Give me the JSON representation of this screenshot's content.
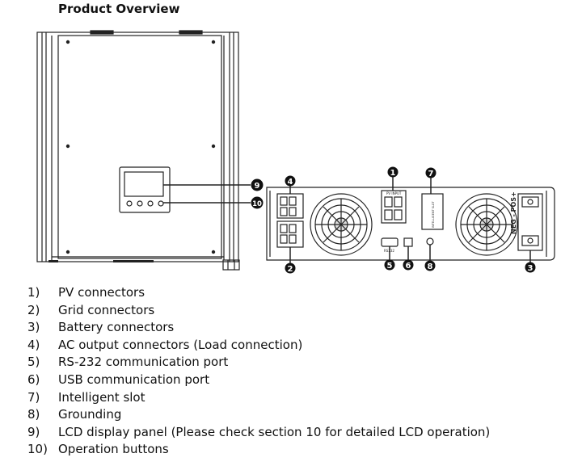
{
  "title": "Product Overview",
  "callouts": [
    "1",
    "2",
    "3",
    "4",
    "5",
    "6",
    "7",
    "8",
    "9",
    "10"
  ],
  "panel_labels": {
    "pv_input": "PV INPUT",
    "rs232": "RS232",
    "battery": "NEG - POS+",
    "slot": "INTELLIGENT SLOT"
  },
  "items": [
    {
      "num": "1)",
      "text": "PV connectors"
    },
    {
      "num": "2)",
      "text": "Grid connectors"
    },
    {
      "num": "3)",
      "text": "Battery connectors"
    },
    {
      "num": "4)",
      "text": "AC output connectors (Load connection)"
    },
    {
      "num": "5)",
      "text": "RS-232 communication port"
    },
    {
      "num": "6)",
      "text": "USB communication port"
    },
    {
      "num": "7)",
      "text": "Intelligent slot"
    },
    {
      "num": "8)",
      "text": "Grounding"
    },
    {
      "num": "9)",
      "text": "LCD display panel (Please check section 10 for detailed LCD operation)"
    },
    {
      "num": "10)",
      "text": "Operation buttons"
    }
  ]
}
